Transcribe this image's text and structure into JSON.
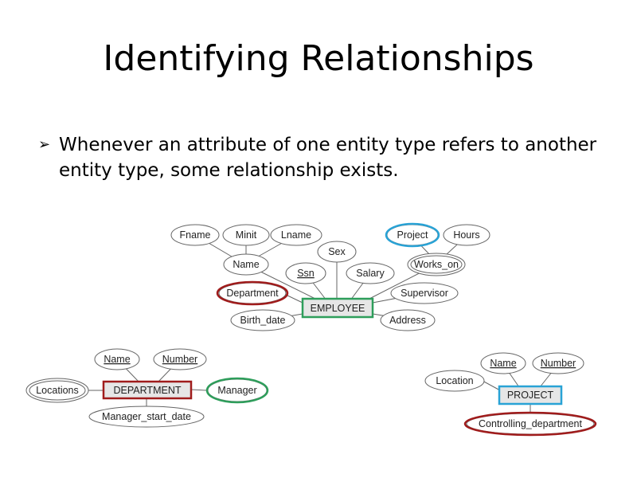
{
  "slide": {
    "title": "Identifying Relationships",
    "bullet_icon": "arrow-bullet-icon",
    "bullet_text": "Whenever an attribute of one entity type refers to another entity type, some relationship exists."
  },
  "diagram": {
    "employee": {
      "entity": "EMPLOYEE",
      "highlight_color": "#2e9e5b",
      "attributes": {
        "fname": "Fname",
        "minit": "Minit",
        "lname": "Lname",
        "name": "Name",
        "sex": "Sex",
        "ssn": "Ssn",
        "salary": "Salary",
        "department": "Department",
        "birth_date": "Birth_date",
        "address": "Address",
        "supervisor": "Supervisor",
        "works_on": "Works_on",
        "project": "Project",
        "hours": "Hours"
      }
    },
    "department": {
      "entity": "DEPARTMENT",
      "highlight_color": "#a01c1c",
      "attributes": {
        "name": "Name",
        "number": "Number",
        "locations": "Locations",
        "manager": "Manager",
        "manager_start_date": "Manager_start_date"
      }
    },
    "project": {
      "entity": "PROJECT",
      "highlight_color": "#29a3d6",
      "attributes": {
        "name": "Name",
        "number": "Number",
        "location": "Location",
        "controlling_department": "Controlling_department"
      }
    },
    "colors": {
      "red_highlight": "#a01c1c",
      "green_highlight": "#2e9e5b",
      "blue_highlight": "#29a3d6",
      "entity_fill": "#e6e6e6",
      "line": "#555555"
    }
  }
}
